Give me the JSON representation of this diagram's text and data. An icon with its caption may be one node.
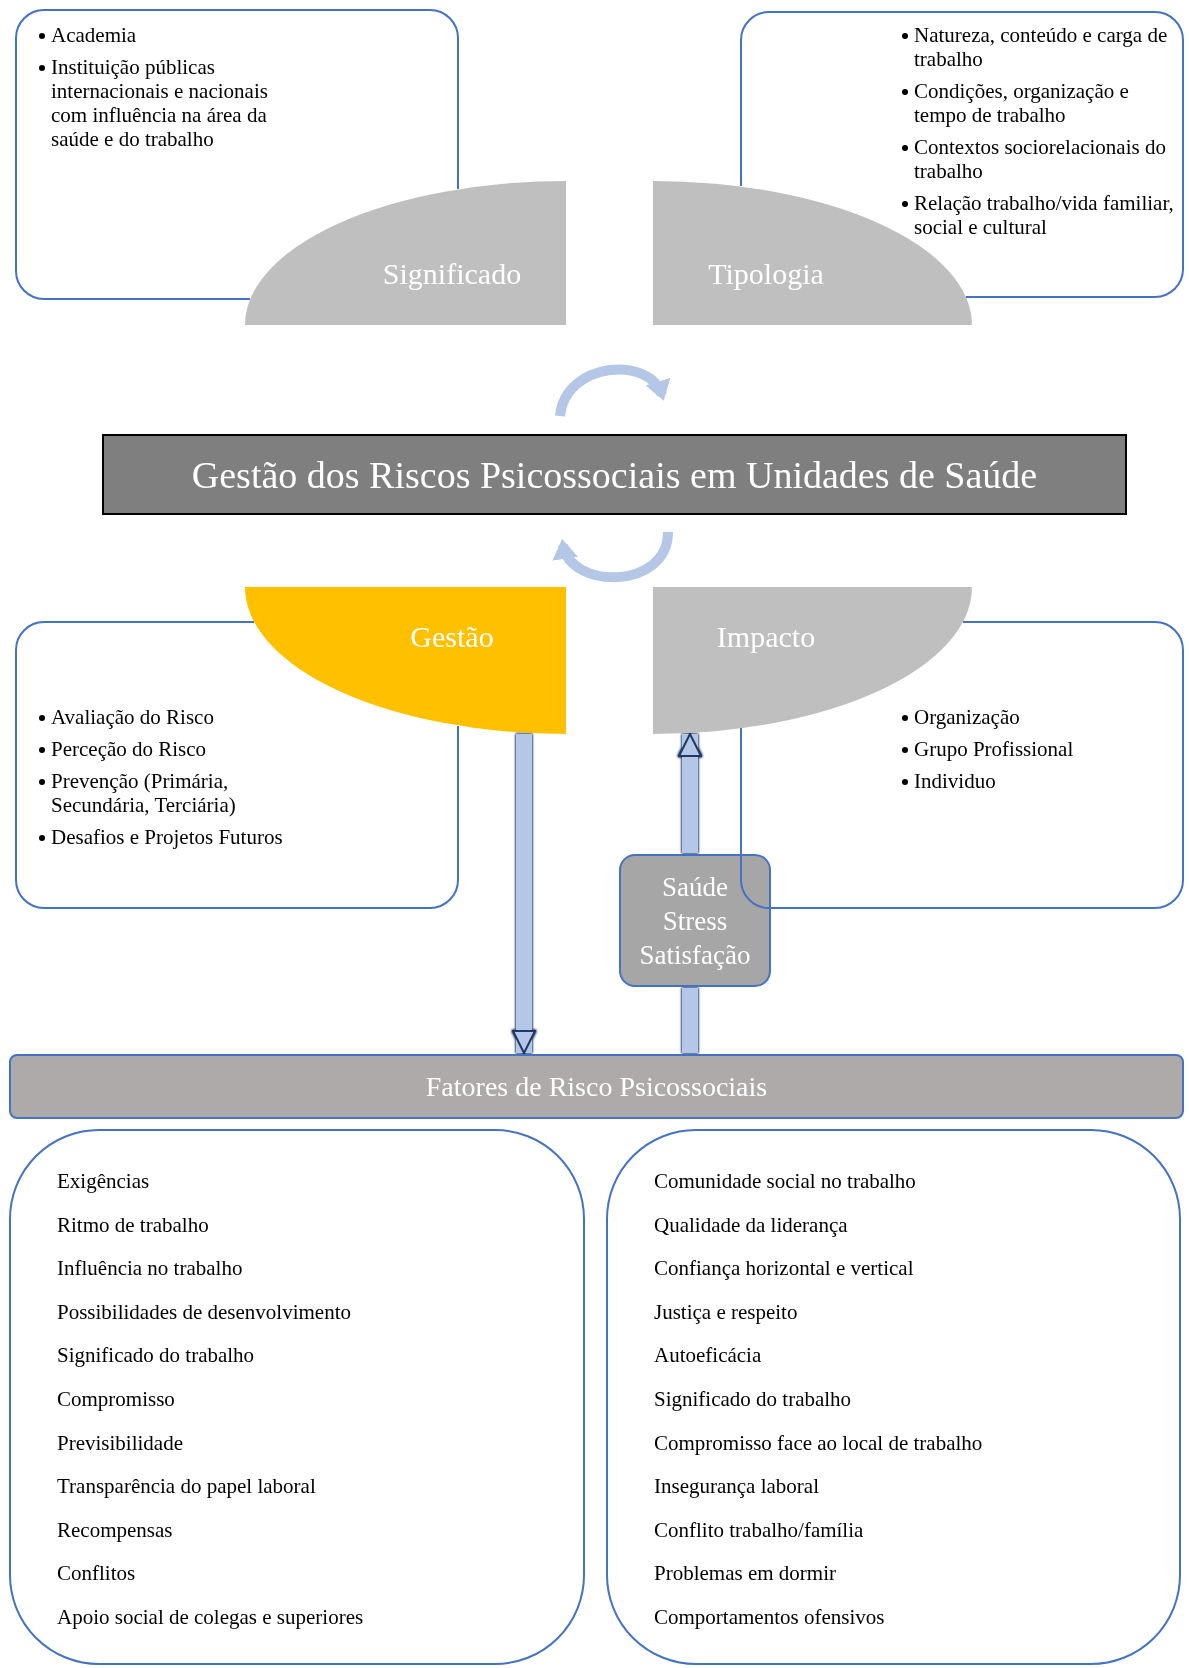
{
  "diagram": {
    "nodes": [
      {
        "text": [
          "Academia",
          "Instituição públicas internacionais e nacionais com influência na área da saúde e do trabalho"
        ]
      },
      {
        "text": [
          "Significado"
        ]
      },
      {
        "text": [
          "Natureza, conteúdo e carga de trabalho",
          "Condições, organização e tempo de trabalho",
          "Contextos sociorelacionais do trabalho",
          "Relação trabalho/vida familiar, social e cultural"
        ]
      },
      {
        "text": [
          "Tipologia"
        ]
      },
      {
        "text": [
          "Gestão dos Riscos Psicossociais em Unidades de Saúde"
        ]
      },
      {
        "text": [
          "Gestão"
        ]
      },
      {
        "text": [
          "Avaliação do Risco",
          "Perceção do Risco",
          "Prevenção (Primária, Secundária, Terciária)",
          "Desafios e Projetos Futuros"
        ]
      },
      {
        "text": [
          "Impacto"
        ]
      },
      {
        "text": [
          "Organização",
          "Grupo Profissional",
          "Individuo"
        ]
      },
      {
        "text": [
          "Saúde Stress Satisfação"
        ]
      },
      {
        "text": [
          "Fatores de Risco Psicossociais"
        ]
      },
      {
        "text": [
          "Exigências",
          "Ritmo de trabalho",
          "Influência no trabalho",
          "Possibilidades de desenvolvimento",
          "Significado do trabalho",
          "Compromisso",
          "Previsibilidade",
          "Transparência do papel laboral",
          "Recompensas",
          "Conflitos",
          "Apoio social de colegas e superiores"
        ]
      },
      {
        "text": [
          "Comunidade social no trabalho",
          "Qualidade da liderança",
          "Confiança horizontal e vertical",
          "Justiça e respeito",
          "Autoeficácia",
          "Significado do trabalho",
          "Compromisso face ao local de trabalho",
          "Insegurança laboral",
          "Conflito trabalho/família",
          "Problemas em dormir",
          "Comportamentos ofensivos"
        ]
      }
    ],
    "edges": [
      {
        "from": 5,
        "to": 10,
        "arrow": "to"
      },
      {
        "from": 10,
        "to": 9,
        "arrow": "none"
      },
      {
        "from": 9,
        "to": 7,
        "arrow": "to"
      }
    ]
  }
}
